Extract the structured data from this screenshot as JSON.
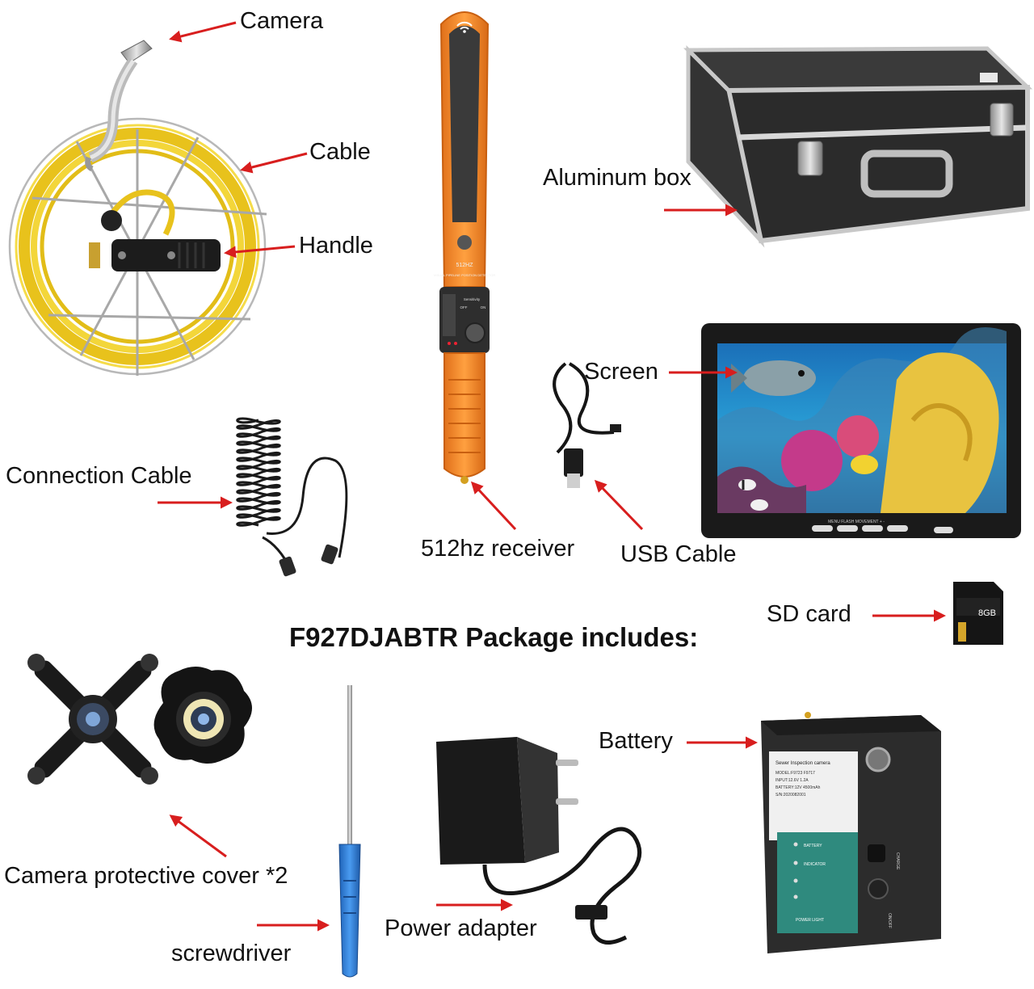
{
  "title": "F927DJABTR Package includes:",
  "labels": {
    "camera": "Camera",
    "cable": "Cable",
    "handle": "Handle",
    "aluminum_box": "Aluminum box",
    "screen": "Screen",
    "connection_cable": "Connection Cable",
    "receiver": "512hz receiver",
    "usb_cable": "USB Cable",
    "sd_card": "SD card",
    "protective_cover": "Camera protective cover *2",
    "screwdriver": "screwdriver",
    "power_adapter": "Power adapter",
    "battery": "Battery"
  },
  "device_text": {
    "receiver_model": "512HZ",
    "receiver_caption": "VISUAL PIPELINE POSITION DETECTOR",
    "receiver_switch": "Sensitivity",
    "receiver_off": "OFF",
    "receiver_on": "ON",
    "sd_capacity": "8GB",
    "battery_heading": "Sewer Inspection camera",
    "battery_model": "MODEL:F9723 F9717",
    "battery_input": "INPUT:12.6V 1.2A",
    "battery_battery": "BATTERY:12V 4500mAh",
    "battery_sn": "S/N:2020082001",
    "battery_led1": "BATTERY",
    "battery_led2": "INDICATOR",
    "battery_power_light": "POWER LIGHT",
    "battery_charge": "CHARGE",
    "battery_on_off": "ON/OFF",
    "monitor_buttons": "MENU  FLASH  MOVEMENT  +  -"
  },
  "colors": {
    "arrow": "#d81e1e",
    "reel_cable": "#f2d22a",
    "receiver_orange": "#f58a1f",
    "screwdriver_blue": "#2b7bd6"
  }
}
